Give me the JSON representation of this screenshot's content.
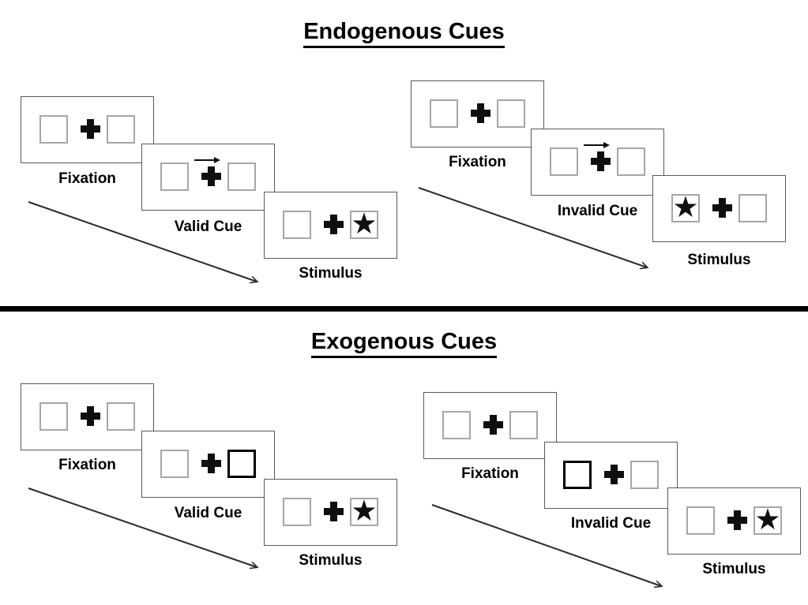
{
  "titles": {
    "endogenous": "Endogenous Cues",
    "exogenous": "Exogenous Cues"
  },
  "endogenous": {
    "valid": {
      "fixation": "Fixation",
      "cue": "Valid Cue",
      "stimulus": "Stimulus"
    },
    "invalid": {
      "fixation": "Fixation",
      "cue": "Invalid Cue",
      "stimulus": "Stimulus"
    }
  },
  "exogenous": {
    "valid": {
      "fixation": "Fixation",
      "cue": "Valid Cue",
      "stimulus": "Stimulus"
    },
    "invalid": {
      "fixation": "Fixation",
      "cue": "Invalid Cue",
      "stimulus": "Stimulus"
    }
  },
  "symbols": {
    "target_star": "★"
  },
  "colors": {
    "panel_border": "#595959",
    "square_border": "#a6a6a6",
    "cue_highlight_border": "#000000",
    "ink": "#000000"
  }
}
